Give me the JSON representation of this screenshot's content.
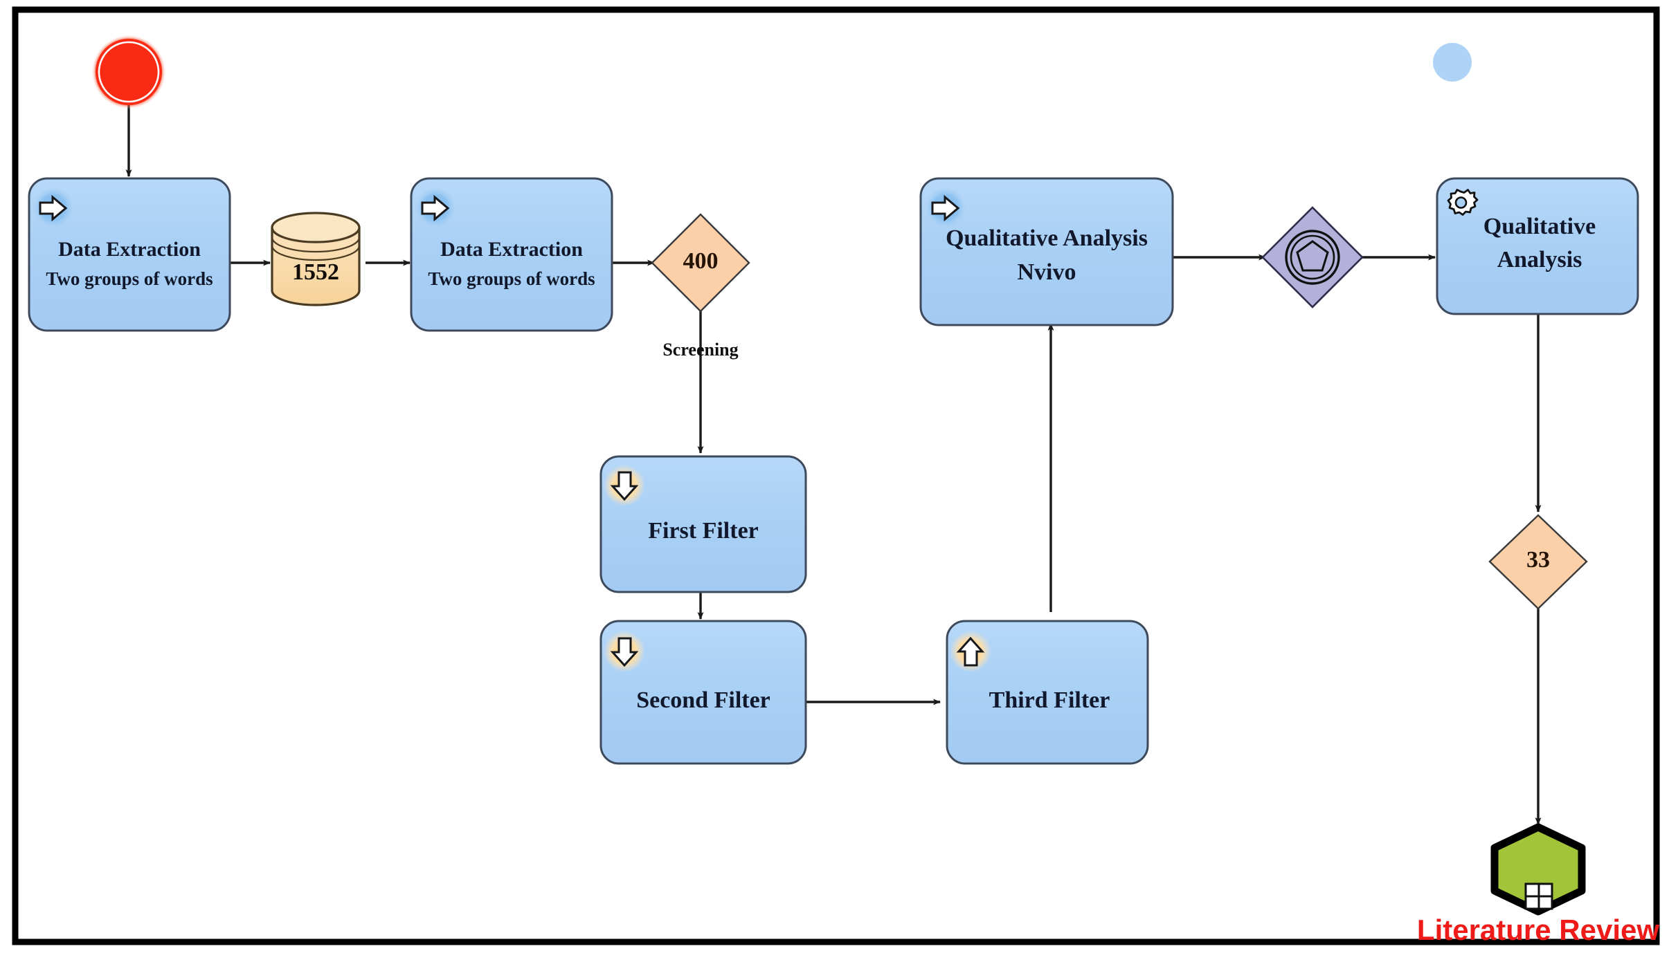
{
  "diagram": {
    "type": "bpmn-process-flow",
    "title_visible": false,
    "frame": {
      "border_color": "#000000"
    },
    "colors": {
      "task_fill": "#a9d0f5",
      "task_stroke": "#3d4a5c",
      "gateway_fill": "#fbcfa8",
      "gateway_stroke": "#3a3a3a",
      "event_gateway_fill": "#b3b1da",
      "event_gateway_stroke": "#2b2b4a",
      "start_event_fill": "#f92b14",
      "end_event_fill": "#a2c438",
      "end_event_stroke": "#000000",
      "datastore_fill": "#fadcaa",
      "datastore_stroke": "#4a3b22",
      "icon_badge_blue": "#8cc0f0",
      "icon_badge_orange": "#fcd79b",
      "connector": "#1a1a1a",
      "end_label_color": "#ee1b18",
      "decor_dot": "#aed3f7"
    },
    "nodes": [
      {
        "id": "start-event",
        "kind": "start-event",
        "shape": "circle",
        "icon": "terminate-circle-icon",
        "label": ""
      },
      {
        "id": "data-extraction-1",
        "kind": "task",
        "shape": "rounded-rect",
        "icon": "send-arrow-icon",
        "label_line1": "Data Extraction",
        "label_line2": "Two groups of words"
      },
      {
        "id": "datastore-1552",
        "kind": "data-store",
        "shape": "cylinder",
        "icon": "database-icon",
        "label": "1552"
      },
      {
        "id": "data-extraction-2",
        "kind": "task",
        "shape": "rounded-rect",
        "icon": "send-arrow-icon",
        "label_line1": "Data Extraction",
        "label_line2": "Two groups of words"
      },
      {
        "id": "gateway-400",
        "kind": "gateway",
        "shape": "diamond",
        "label": "400"
      },
      {
        "id": "first-filter",
        "kind": "task",
        "shape": "rounded-rect",
        "icon": "arrow-down-icon",
        "label": "First Filter"
      },
      {
        "id": "second-filter",
        "kind": "task",
        "shape": "rounded-rect",
        "icon": "arrow-down-icon",
        "label": "Second Filter"
      },
      {
        "id": "third-filter",
        "kind": "task",
        "shape": "rounded-rect",
        "icon": "arrow-up-icon",
        "label": "Third Filter"
      },
      {
        "id": "qualitative-analysis-nvivo",
        "kind": "task",
        "shape": "rounded-rect",
        "icon": "send-arrow-icon",
        "label_line1": "Qualitative Analysis",
        "label_line2": "Nvivo"
      },
      {
        "id": "event-gateway",
        "kind": "event-based-gateway",
        "shape": "diamond",
        "icon": "pentagon-double-circle-icon",
        "label": ""
      },
      {
        "id": "qualitative-analysis",
        "kind": "service-task",
        "shape": "rounded-rect",
        "icon": "gear-icon",
        "label_line1": "Qualitative",
        "label_line2": "Analysis"
      },
      {
        "id": "gateway-33",
        "kind": "gateway",
        "shape": "diamond",
        "label": "33"
      },
      {
        "id": "end-event",
        "kind": "end-event",
        "shape": "hexagon",
        "icon": "plus-square-icon",
        "label": "Literature Review"
      }
    ],
    "edges": [
      {
        "from": "start-event",
        "to": "data-extraction-1",
        "label": ""
      },
      {
        "from": "data-extraction-1",
        "to": "datastore-1552",
        "label": ""
      },
      {
        "from": "datastore-1552",
        "to": "data-extraction-2",
        "label": ""
      },
      {
        "from": "data-extraction-2",
        "to": "gateway-400",
        "label": ""
      },
      {
        "from": "gateway-400",
        "to": "first-filter",
        "label": "Screening"
      },
      {
        "from": "first-filter",
        "to": "second-filter",
        "label": ""
      },
      {
        "from": "second-filter",
        "to": "third-filter",
        "label": ""
      },
      {
        "from": "third-filter",
        "to": "qualitative-analysis-nvivo",
        "label": ""
      },
      {
        "from": "qualitative-analysis-nvivo",
        "to": "event-gateway",
        "label": ""
      },
      {
        "from": "event-gateway",
        "to": "qualitative-analysis",
        "label": ""
      },
      {
        "from": "qualitative-analysis",
        "to": "gateway-33",
        "label": ""
      },
      {
        "from": "gateway-33",
        "to": "end-event",
        "label": ""
      }
    ]
  },
  "labels": {
    "data_extraction_1_line1": "Data Extraction",
    "data_extraction_1_line2": "Two groups of words",
    "datastore_value": "1552",
    "data_extraction_2_line1": "Data Extraction",
    "data_extraction_2_line2": "Two groups of words",
    "gateway_400": "400",
    "screening": "Screening",
    "first_filter": "First Filter",
    "second_filter": "Second Filter",
    "third_filter": "Third Filter",
    "qualitative_nvivo_line1": "Qualitative Analysis",
    "qualitative_nvivo_line2": "Nvivo",
    "qualitative_line1": "Qualitative",
    "qualitative_line2": "Analysis",
    "gateway_33": "33",
    "literature_review": "Literature Review"
  }
}
